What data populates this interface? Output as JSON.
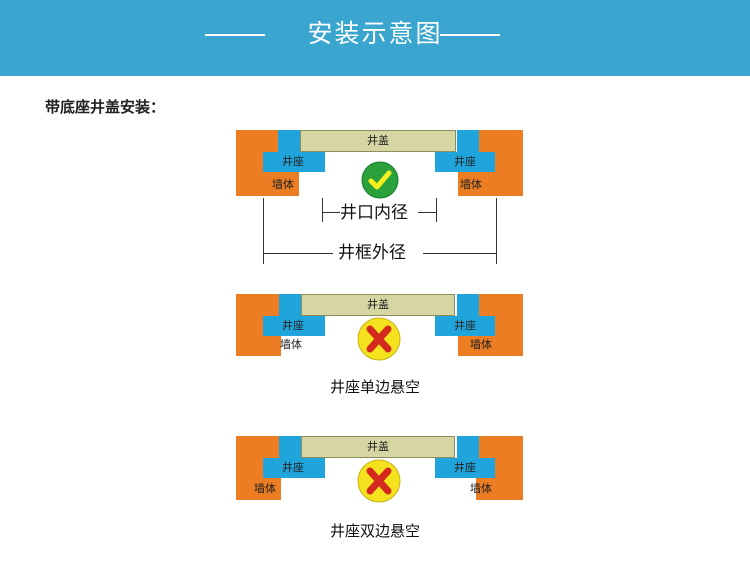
{
  "header": {
    "title": "安装示意图"
  },
  "subtitle": "带底座井盖安装：",
  "labels": {
    "lid": "井盖",
    "seat": "井座",
    "wall": "墙体"
  },
  "dimensions": {
    "inner": "井口内径",
    "outer": "井框外径"
  },
  "captions": {
    "single_side": "井座单边悬空",
    "both_sides": "井座双边悬空"
  },
  "icons": {
    "correct": "check-icon",
    "wrong": "cross-icon"
  },
  "colors": {
    "banner": "#3aa6cf",
    "wall": "#ec7d23",
    "seat": "#1fa5dc",
    "lid": "#d5d6a2",
    "check_circle": "#2aa13a",
    "cross_circle": "#f4e21f",
    "cross": "#d42a1e"
  }
}
